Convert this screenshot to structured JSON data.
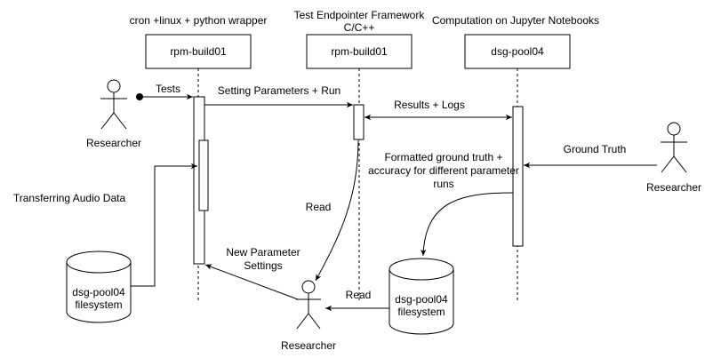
{
  "headers": {
    "left": "cron +linux + python wrapper",
    "middle_line1": "Test Endpointer Framework",
    "middle_line2": "C/C++",
    "right": "Computation on Jupyter Notebooks"
  },
  "lifelines": {
    "build01_a": "rpm-build01",
    "build01_b": "rpm-build01",
    "pool04": "dsg-pool04"
  },
  "actors": {
    "researcher_left": "Researcher",
    "researcher_right": "Researcher",
    "researcher_bottom": "Researcher"
  },
  "databases": {
    "left_line1": "dsg-pool04",
    "left_line2": "filesystem",
    "right_line1": "dsg-pool04",
    "right_line2": "filesystem"
  },
  "messages": {
    "tests": "Tests",
    "setting_params": "Setting Parameters + Run",
    "results_logs": "Results + Logs",
    "ground_truth": "Ground Truth",
    "formatted_line1": "Formatted ground truth +",
    "formatted_line2": "accuracy for different parameter",
    "formatted_line3": "runs",
    "transferring": "Transferring Audio Data",
    "read_center": "Read",
    "read_bottom": "Read",
    "new_params_line1": "New Parameter",
    "new_params_line2": "Settings"
  }
}
